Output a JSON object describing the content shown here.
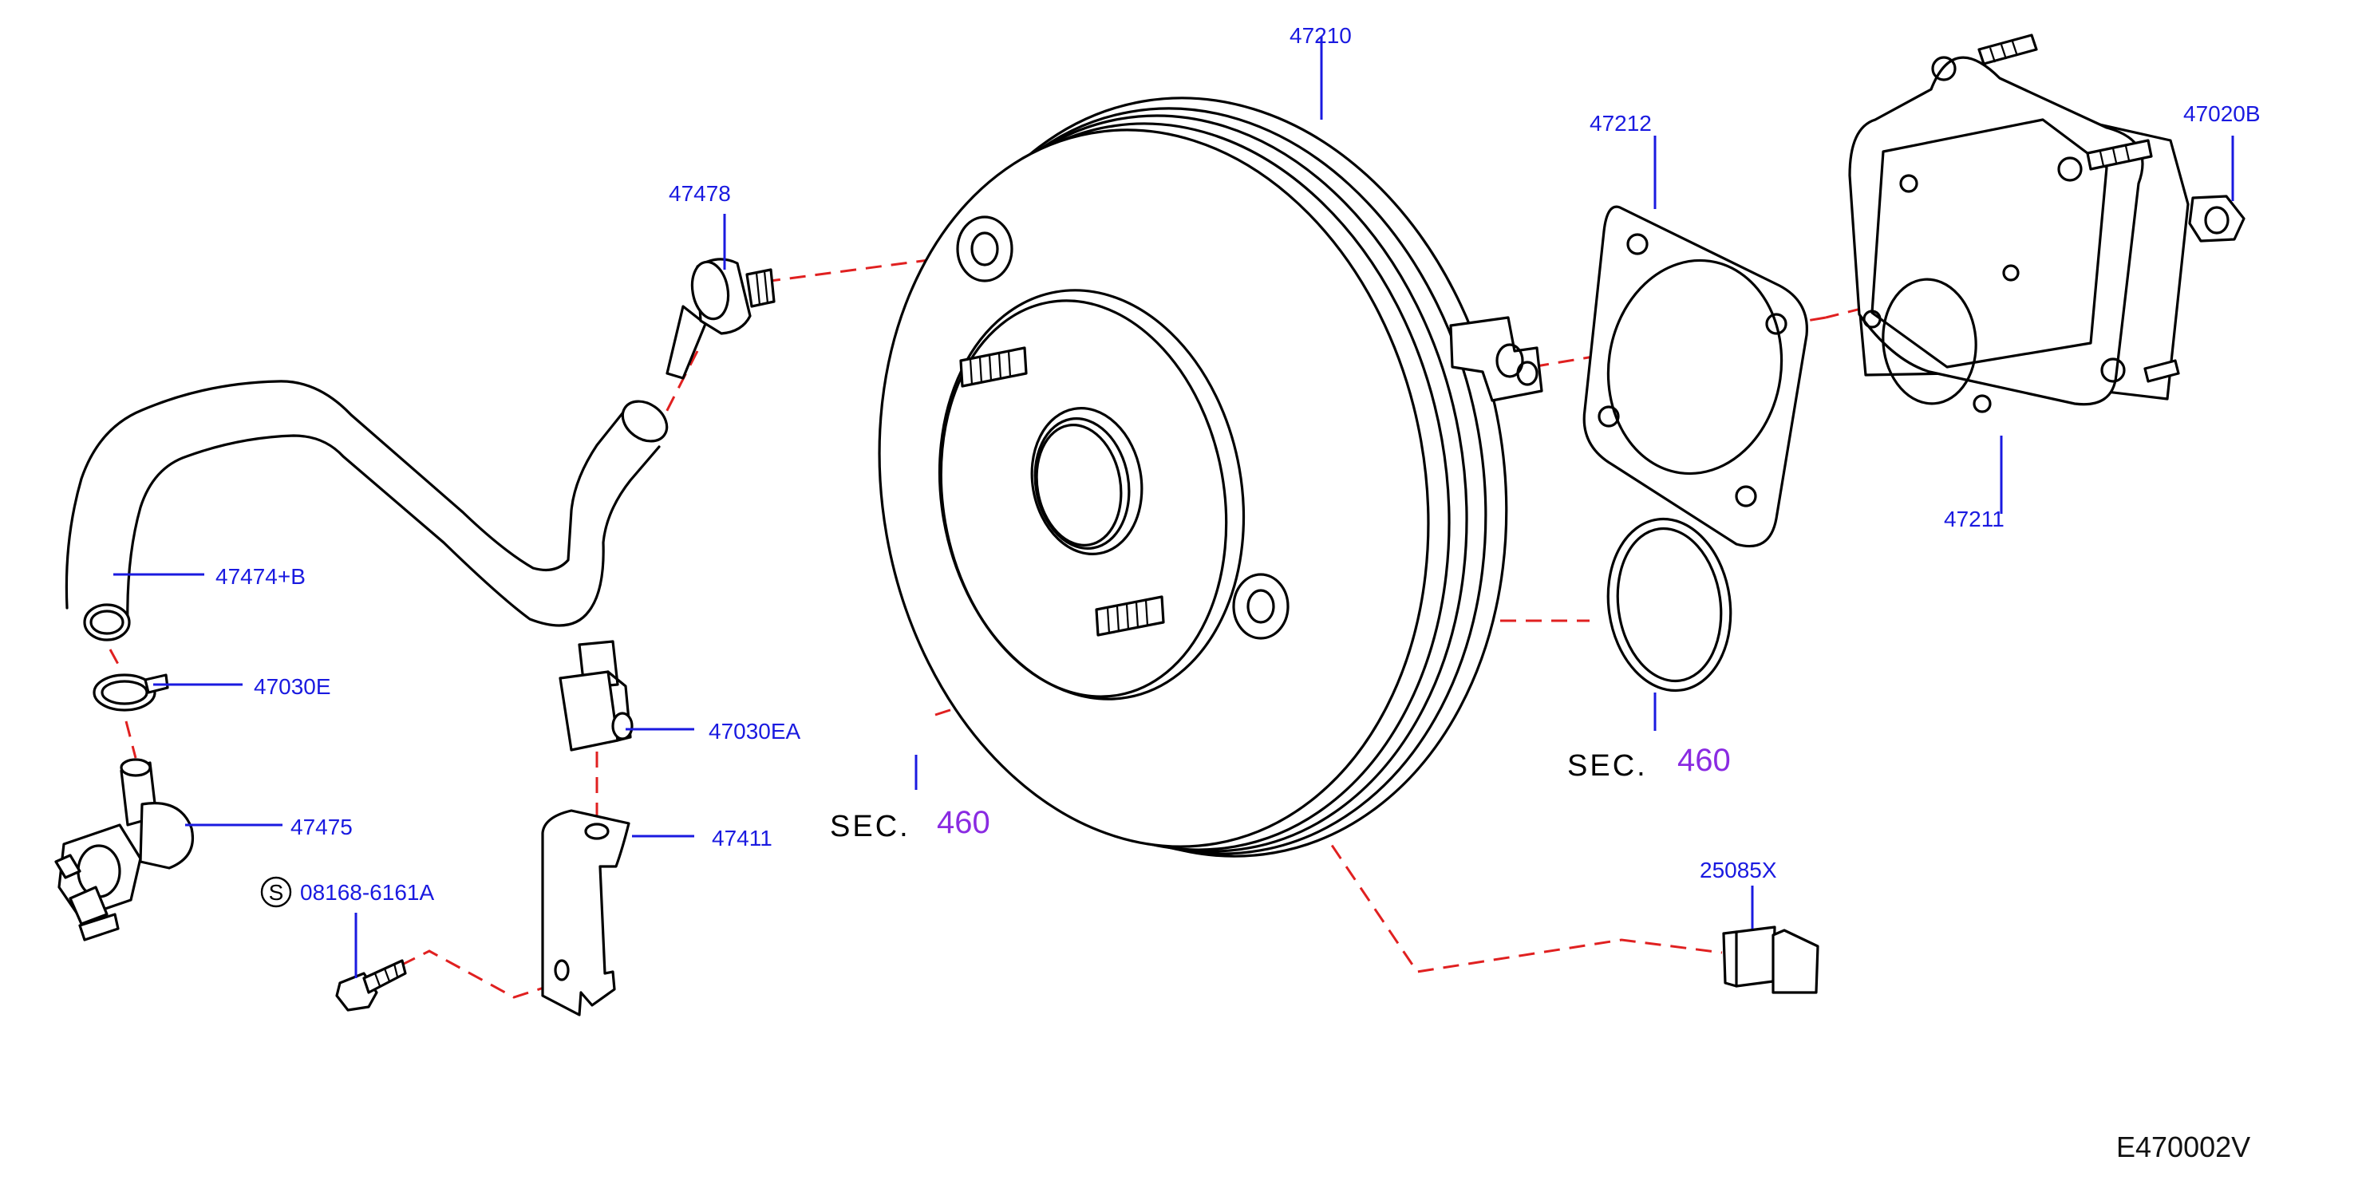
{
  "colors": {
    "part_label": "#1a1ae0",
    "section_number": "#8a2be2",
    "dashed_line": "#e02020",
    "line_art": "#000000"
  },
  "labels": {
    "p47210": "47210",
    "p47212": "47212",
    "p47020B": "47020B",
    "p47211": "47211",
    "p47478": "47478",
    "p47474B": "47474+B",
    "p47030E": "47030E",
    "p47030EA": "47030EA",
    "p47475": "47475",
    "p47411": "47411",
    "p08168": "08168-6161A",
    "p25085X": "25085X"
  },
  "standard_part_symbol": "S",
  "section_refs": [
    {
      "word": "SEC.",
      "number": "460"
    },
    {
      "word": "SEC.",
      "number": "460"
    }
  ],
  "diagram_code": "E470002V"
}
